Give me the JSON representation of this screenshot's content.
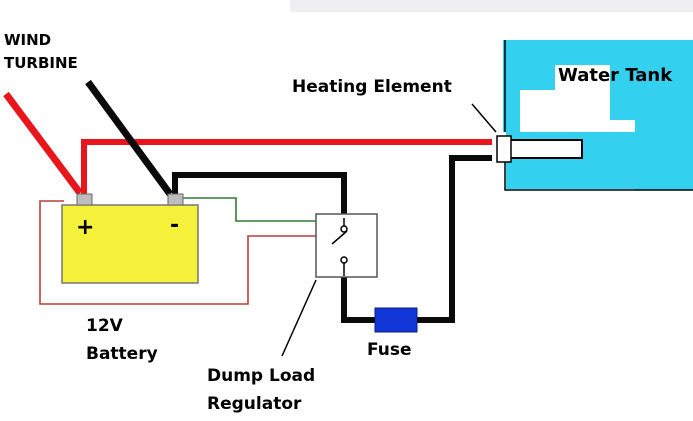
{
  "labels": {
    "wind_turbine_line1": "WIND",
    "wind_turbine_line2": "TURBINE",
    "heating_element": "Heating Element",
    "water_tank": "Water Tank",
    "battery_line1": "12V",
    "battery_line2": "Battery",
    "fuse": "Fuse",
    "regulator_line1": "Dump Load",
    "regulator_line2": "Regulator",
    "battery_plus": "+",
    "battery_minus": "-"
  },
  "colors": {
    "positive_wire": "#e8151b",
    "negative_wire": "#0a0a0a",
    "signal_wire_green": "#2e7d32",
    "signal_wire_red": "#b3413e",
    "battery_fill": "#f5f03a",
    "water_fill": "#33d0f0",
    "fuse_fill": "#1237d8",
    "top_bar": "#efeff1"
  }
}
